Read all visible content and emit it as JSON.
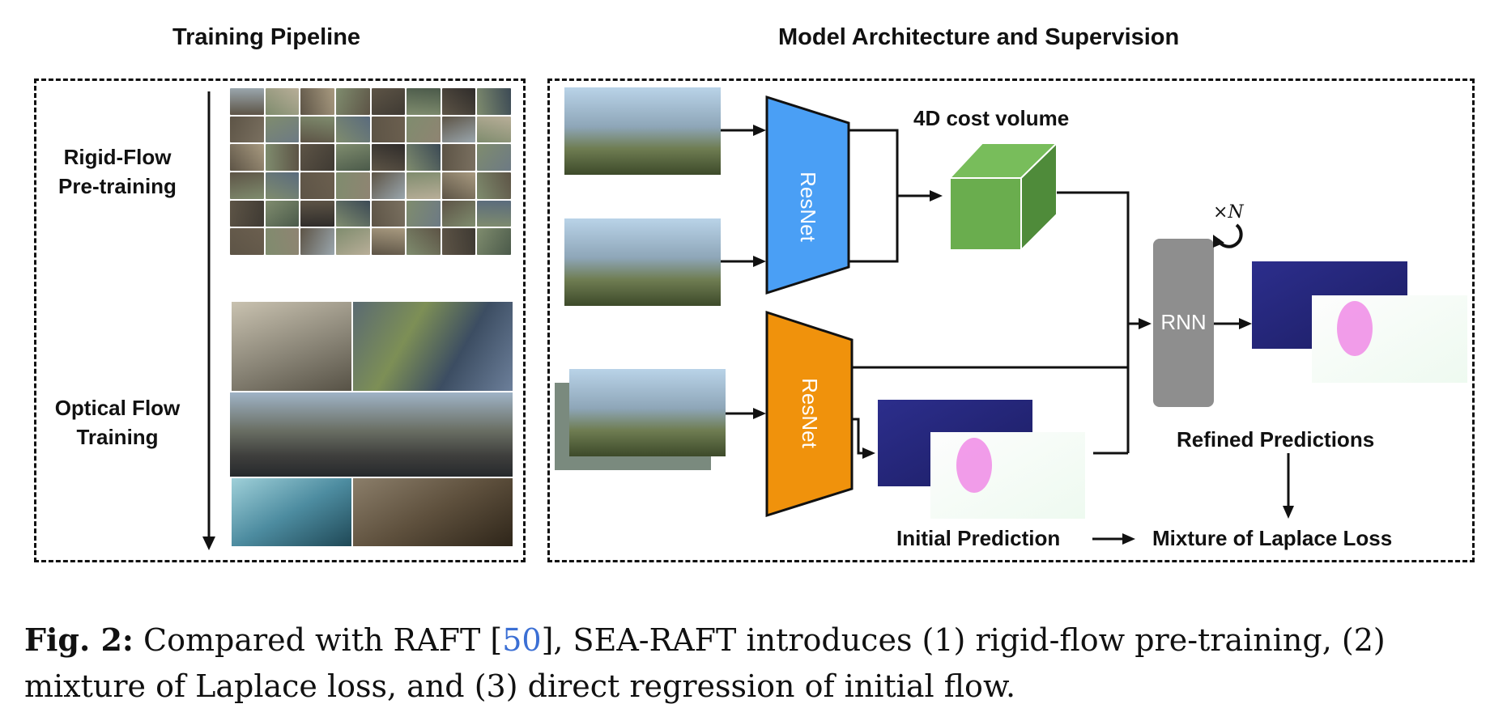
{
  "titles": {
    "left": "Training Pipeline",
    "right": "Model Architecture and Supervision"
  },
  "stages": {
    "pretrain_line1": "Rigid-Flow",
    "pretrain_line2": "Pre-training",
    "flow_line1": "Optical Flow",
    "flow_line2": "Training"
  },
  "blocks": {
    "encoder_top": "ResNet",
    "encoder_bottom": "ResNet",
    "rnn": "RNN",
    "repeat": "×N"
  },
  "labels": {
    "cost_volume": "4D cost volume",
    "refined": "Refined Predictions",
    "initial": "Initial Prediction",
    "loss": "Mixture of Laplace Loss"
  },
  "caption": {
    "fig": "Fig. 2:",
    "text_before": " Compared with RAFT [",
    "ref": "50",
    "text_after": "], SEA-RAFT introduces (1) rigid-flow pre-training, (2) mixture of Laplace loss, and (3) direct regression of initial flow."
  },
  "colors": {
    "encoder_top": "#4a9ff5",
    "encoder_bottom": "#f0920c",
    "cost_volume": "#6aad4e",
    "rnn": "#8e8e8e",
    "ref_link": "#3b6fd4"
  }
}
